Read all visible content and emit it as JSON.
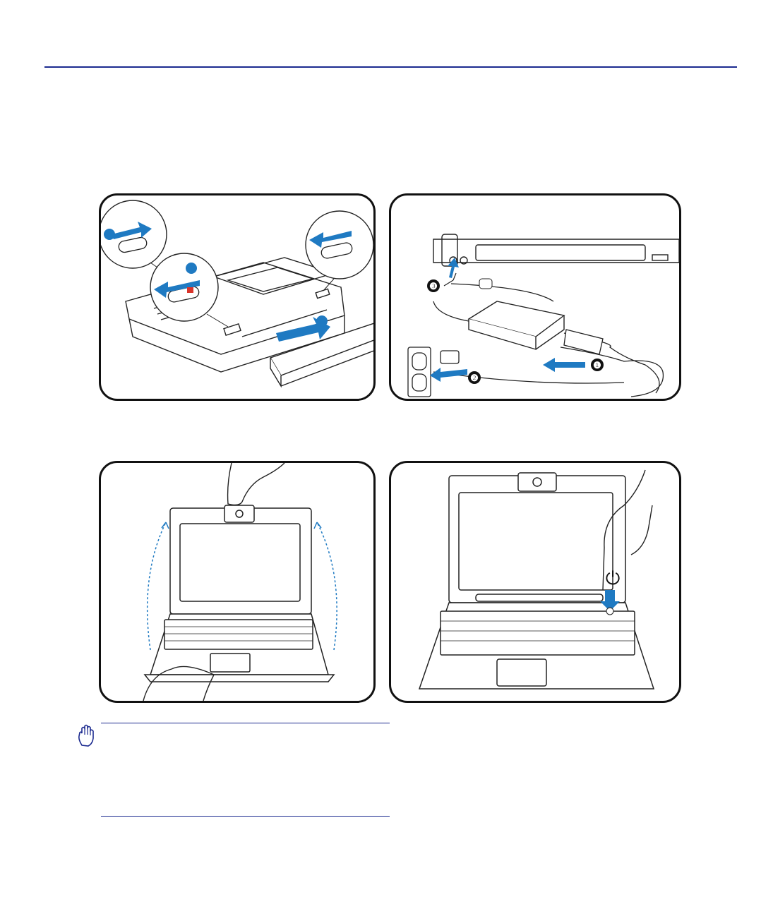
{
  "accent_color": "#1b2a8f",
  "illustration_color": "#1f7ac2",
  "panels": [
    {
      "icon": "battery-install-illustration"
    },
    {
      "icon": "power-adapter-illustration",
      "steps": [
        "❶",
        "❷",
        "❸"
      ]
    },
    {
      "icon": "open-display-illustration"
    },
    {
      "icon": "power-on-illustration",
      "power_symbol": "⏻"
    }
  ],
  "note": {
    "icon": "hand-caution-icon"
  }
}
